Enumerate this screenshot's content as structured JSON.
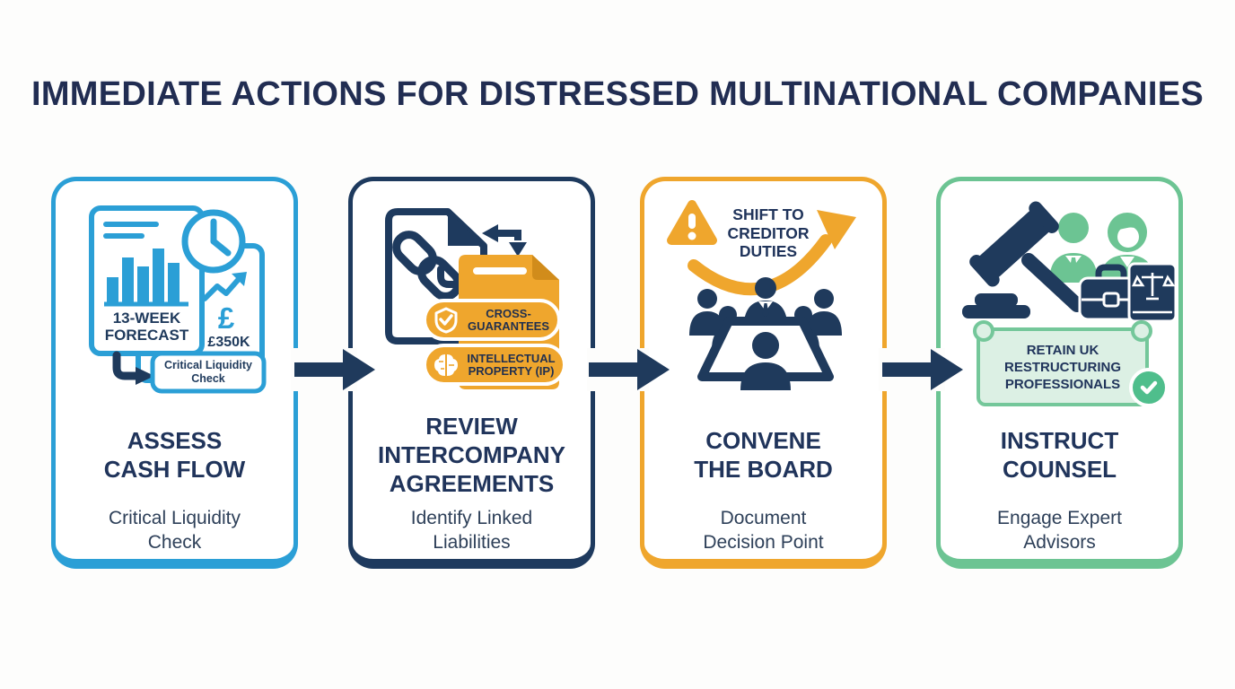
{
  "title": "IMMEDIATE ACTIONS FOR DISTRESSED MULTINATIONAL COMPANIES",
  "palette": {
    "background": "#FDFDFC",
    "navy": "#1F3A5C",
    "title_navy": "#212D52",
    "blue": "#2B9FD6",
    "orange": "#EFA62D",
    "green": "#6CC493",
    "light_green": "#DCF0E4",
    "check_green": "#4FBE8C"
  },
  "steps": [
    {
      "heading": "ASSESS\nCASH FLOW",
      "subheading": "Critical Liquidity\nCheck",
      "accent": "#2B9FD6",
      "icon_labels": {
        "forecast": "13-WEEK\nFORECAST",
        "currency_symbol": "£",
        "amount": "£350K",
        "note": "Critical Liquidity\nCheck"
      }
    },
    {
      "heading": "REVIEW\nINTERCOMPANY\nAGREEMENTS",
      "subheading": "Identify Linked\nLiabilities",
      "accent": "#1E3A5E",
      "icon_labels": {
        "tag1": "CROSS-\nGUARANTEES",
        "tag2": "INTELLECTUAL\nPROPERTY (IP)"
      }
    },
    {
      "heading": "CONVENE\nTHE BOARD",
      "subheading": "Document\nDecision Point",
      "accent": "#EFA62D",
      "icon_labels": {
        "callout": "SHIFT TO\nCREDITOR\nDUTIES"
      }
    },
    {
      "heading": "INSTRUCT\nCOUNSEL",
      "subheading": "Engage Expert\nAdvisors",
      "accent": "#6CC493",
      "icon_labels": {
        "banner": "RETAIN UK\nRESTRUCTURING\nPROFESSIONALS"
      }
    }
  ]
}
